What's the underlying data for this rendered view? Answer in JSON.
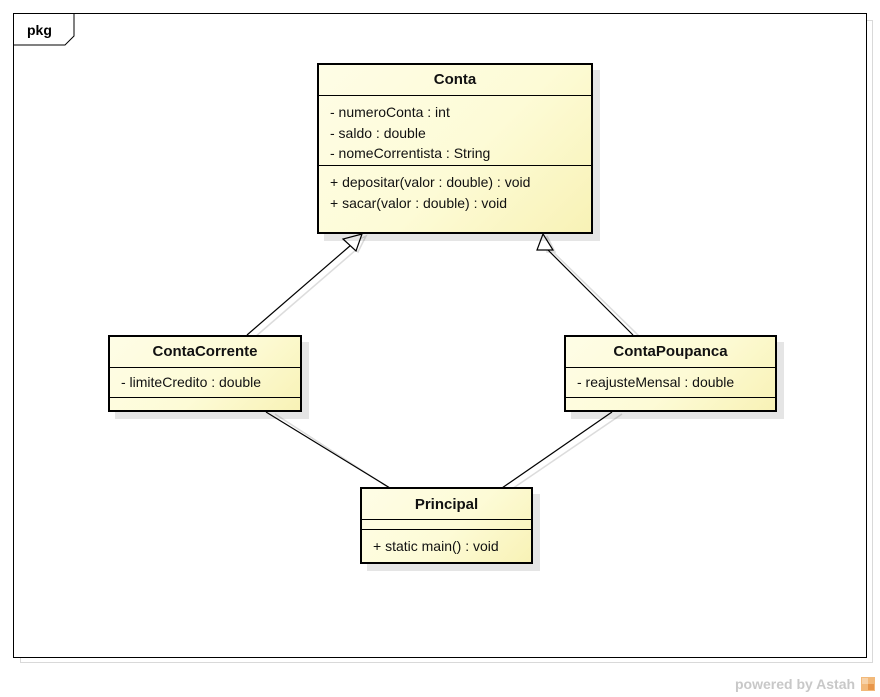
{
  "frame": {
    "label": "pkg"
  },
  "classes": {
    "conta": {
      "name": "Conta",
      "attributes": [
        "- numeroConta : int",
        "- saldo : double",
        "- nomeCorrentista : String"
      ],
      "operations": [
        "+ depositar(valor : double) : void",
        "+ sacar(valor : double) : void"
      ]
    },
    "conta_corrente": {
      "name": "ContaCorrente",
      "attributes": [
        "- limiteCredito : double"
      ],
      "operations": []
    },
    "conta_poupanca": {
      "name": "ContaPoupanca",
      "attributes": [
        "- reajusteMensal : double"
      ],
      "operations": []
    },
    "principal": {
      "name": "Principal",
      "attributes": [],
      "operations": [
        "+ static main() : void"
      ]
    }
  },
  "relations": [
    {
      "type": "generalization",
      "from": "ContaCorrente",
      "to": "Conta"
    },
    {
      "type": "generalization",
      "from": "ContaPoupanca",
      "to": "Conta"
    },
    {
      "type": "association",
      "from": "ContaCorrente",
      "to": "Principal"
    },
    {
      "type": "association",
      "from": "ContaPoupanca",
      "to": "Principal"
    }
  ],
  "watermark": {
    "text": "powered by Astah"
  },
  "colors": {
    "class_fill": "#fdfbd6",
    "class_fill_dark": "#f8f2b6",
    "border": "#000000",
    "watermark": "#c8c8c8"
  }
}
